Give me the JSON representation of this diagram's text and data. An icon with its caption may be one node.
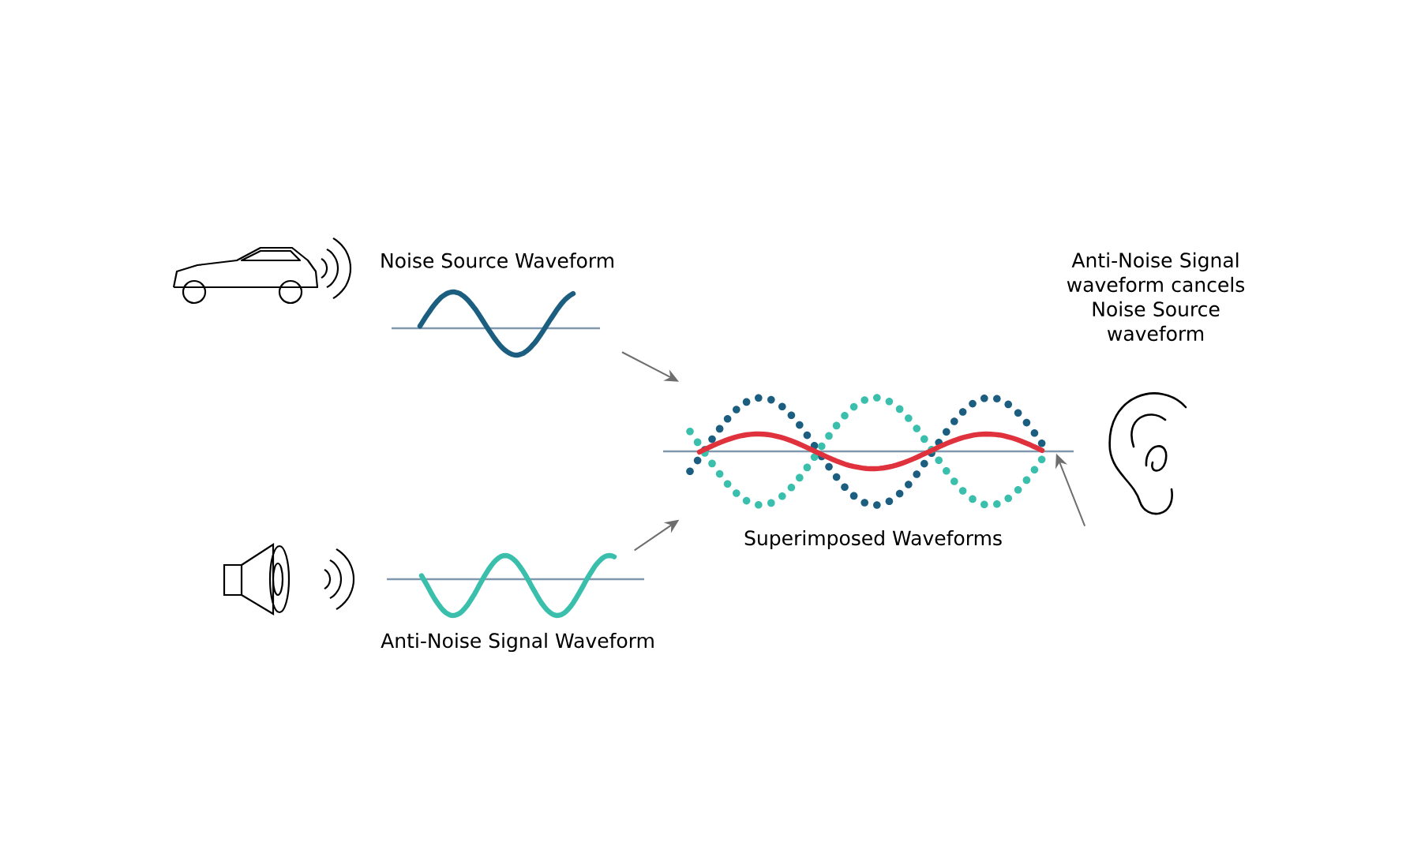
{
  "diagram": {
    "nodes": [
      {
        "text": [
          "Noise Source Waveform"
        ]
      },
      {
        "text": [
          "Anti-Noise Signal Waveform"
        ]
      },
      {
        "text": [
          "Superimposed Waveforms"
        ]
      },
      {
        "text": [
          "Anti-Noise Signal waveform cancels Noise Source waveform"
        ]
      }
    ],
    "edges": [
      {
        "from": 0,
        "to": 2,
        "arrow": "to"
      },
      {
        "from": 1,
        "to": 2,
        "arrow": "to"
      },
      {
        "from": 3,
        "to": 2,
        "arrow": "to"
      }
    ]
  }
}
